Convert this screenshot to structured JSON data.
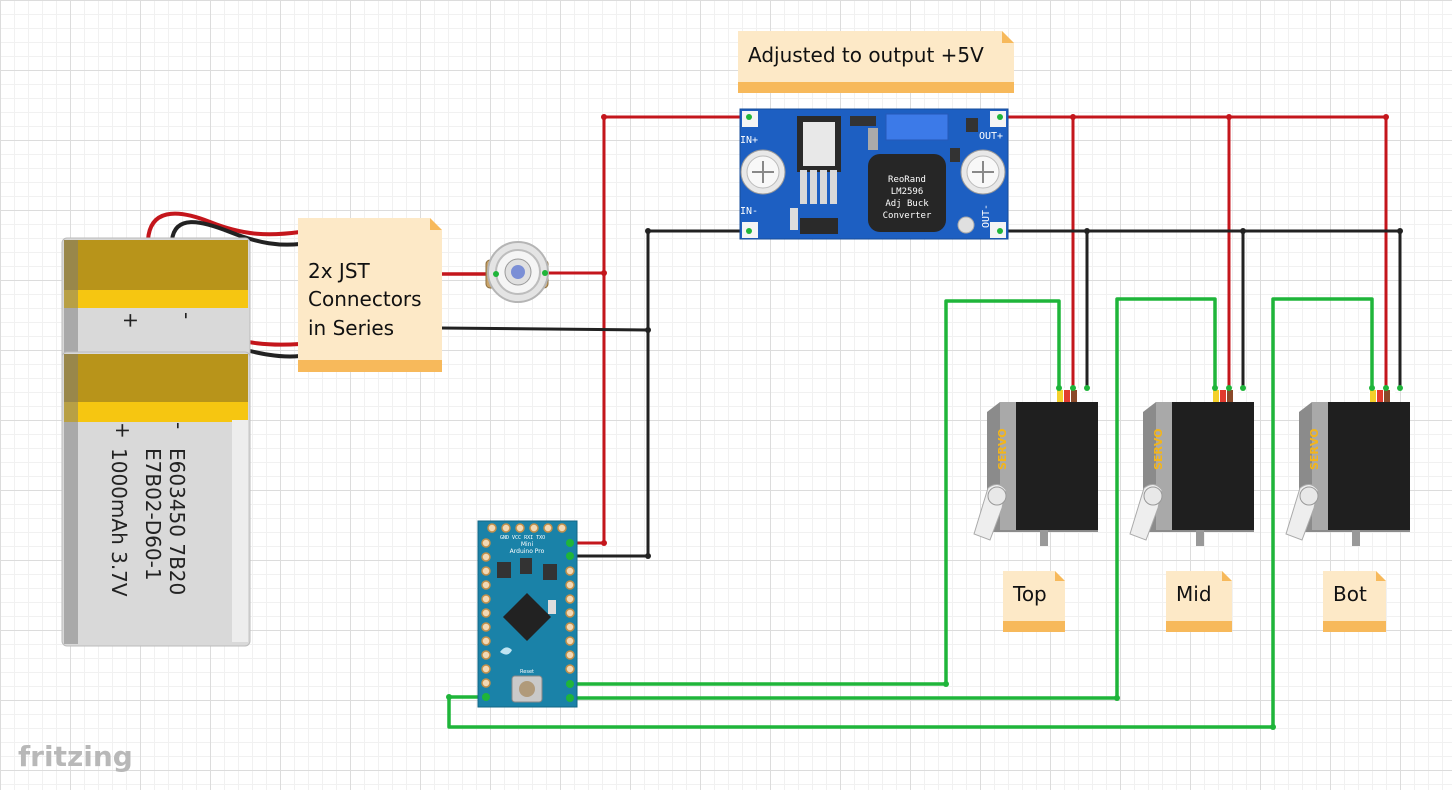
{
  "app": {
    "watermark": "fritzing"
  },
  "notes": {
    "regulator_note": "Adjusted to output +5V",
    "jst_line1": "2x JST",
    "jst_line2": "Connectors",
    "jst_line3": "in Series",
    "servo_top": "Top",
    "servo_mid": "Mid",
    "servo_bot": "Bot"
  },
  "battery": {
    "plus": "+",
    "minus": "-",
    "line1": "E603450 7B20",
    "line2": "E7B02-D60-1",
    "line3": "1000mAh 3.7V"
  },
  "buck": {
    "in_plus": "IN+",
    "in_minus": "IN-",
    "out_plus": "OUT+",
    "out_minus": "OUT-",
    "label1": "ReoRand",
    "label2": "LM2596",
    "label3": "Adj Buck",
    "label4": "Converter"
  },
  "arduino": {
    "name1": "Mini",
    "name2": "Arduino Pro",
    "reset": "Reset",
    "top_pins": "GND VCC RXI TXO"
  },
  "servo": {
    "label": "SERVO"
  },
  "colors": {
    "wire_red": "#c4161c",
    "wire_black": "#222222",
    "wire_green": "#1fb53a",
    "note_fill": "#fde9c7",
    "note_band": "#f7b95b",
    "buck_blue": "#1d5fc2",
    "arduino_teal": "#1a82a8",
    "battery_gold": "#b8941a"
  }
}
